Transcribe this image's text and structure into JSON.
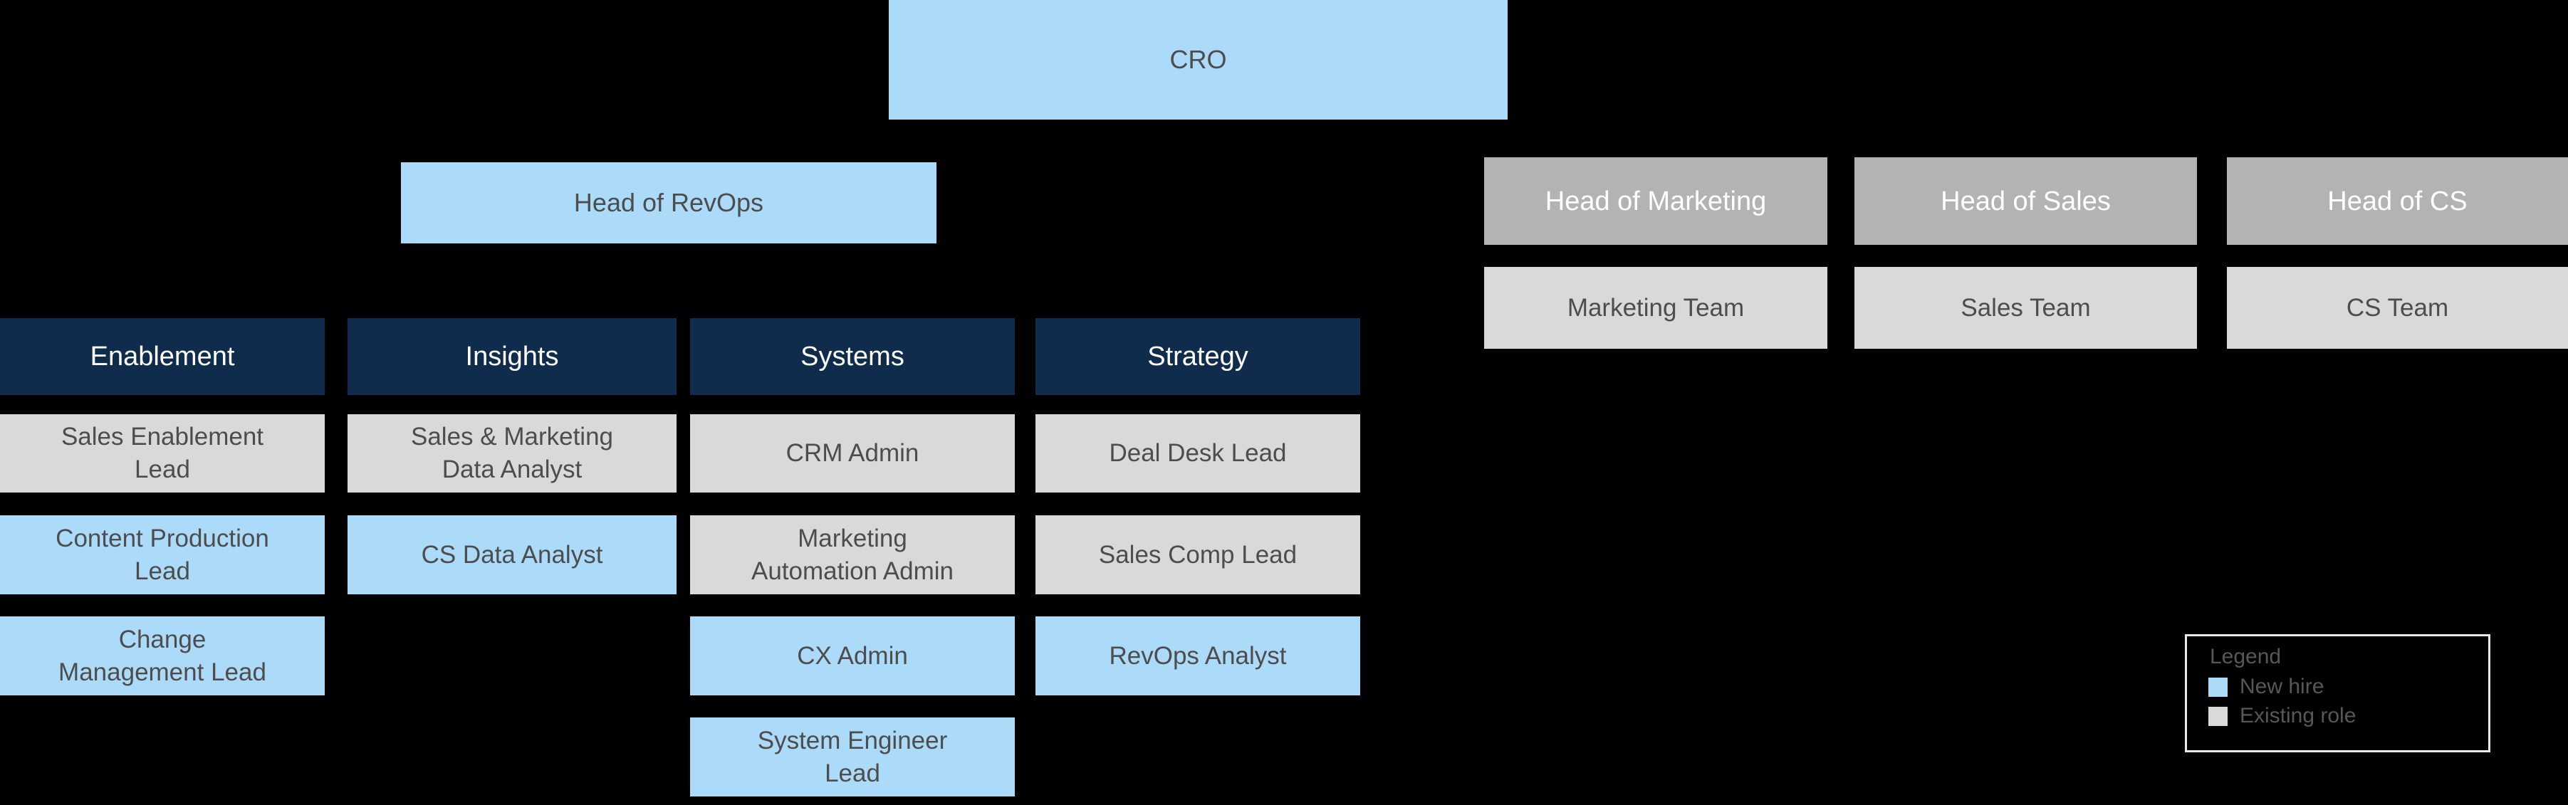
{
  "org": {
    "root": {
      "label": "CRO",
      "type": "new_hire"
    },
    "revops_head": {
      "label": "Head of RevOps",
      "type": "new_hire"
    },
    "exec_columns": [
      {
        "head": "Head of Marketing",
        "team": "Marketing Team"
      },
      {
        "head": "Head of Sales",
        "team": "Sales Team"
      },
      {
        "head": "Head of CS",
        "team": "CS Team"
      }
    ],
    "revops_columns": [
      {
        "header": "Enablement",
        "roles": [
          {
            "label": "Sales Enablement\nLead",
            "type": "existing_role"
          },
          {
            "label": "Content Production\nLead",
            "type": "new_hire"
          },
          {
            "label": "Change\nManagement Lead",
            "type": "new_hire"
          }
        ]
      },
      {
        "header": "Insights",
        "roles": [
          {
            "label": "Sales & Marketing\nData Analyst",
            "type": "existing_role"
          },
          {
            "label": "CS Data Analyst",
            "type": "new_hire"
          }
        ]
      },
      {
        "header": "Systems",
        "roles": [
          {
            "label": "CRM Admin",
            "type": "existing_role"
          },
          {
            "label": "Marketing\nAutomation Admin",
            "type": "existing_role"
          },
          {
            "label": "CX Admin",
            "type": "new_hire"
          },
          {
            "label": "System Engineer\nLead",
            "type": "new_hire"
          }
        ]
      },
      {
        "header": "Strategy",
        "roles": [
          {
            "label": "Deal Desk Lead",
            "type": "existing_role"
          },
          {
            "label": "Sales Comp Lead",
            "type": "existing_role"
          },
          {
            "label": "RevOps Analyst",
            "type": "new_hire"
          }
        ]
      }
    ]
  },
  "legend": {
    "title": "Legend",
    "items": [
      {
        "label": "New hire",
        "color": "#ABDBF9"
      },
      {
        "label": "Existing role",
        "color": "#D9D9D9"
      }
    ]
  },
  "colors": {
    "background": "#000000",
    "new_hire": "#ABDBF9",
    "existing_role": "#D9D9D9",
    "exec_gray": "#B3B3B3",
    "function_header_navy": "#102C4D"
  }
}
